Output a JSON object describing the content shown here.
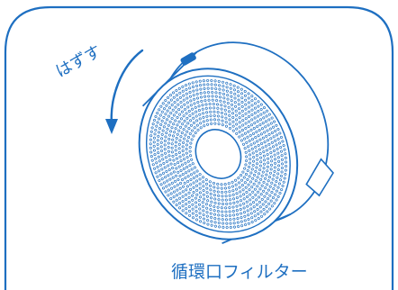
{
  "colors": {
    "frame_stroke": "#1e6fc1",
    "line": "#1e6fc1",
    "text": "#1e6fc1",
    "background": "#ffffff"
  },
  "labels": {
    "remove_direction": "はずす",
    "component_name": "循環口フィルター"
  },
  "icons": {
    "rotation_arrow": "curved-arrow-counterclockwise",
    "filter": "round-filter-perforated"
  }
}
